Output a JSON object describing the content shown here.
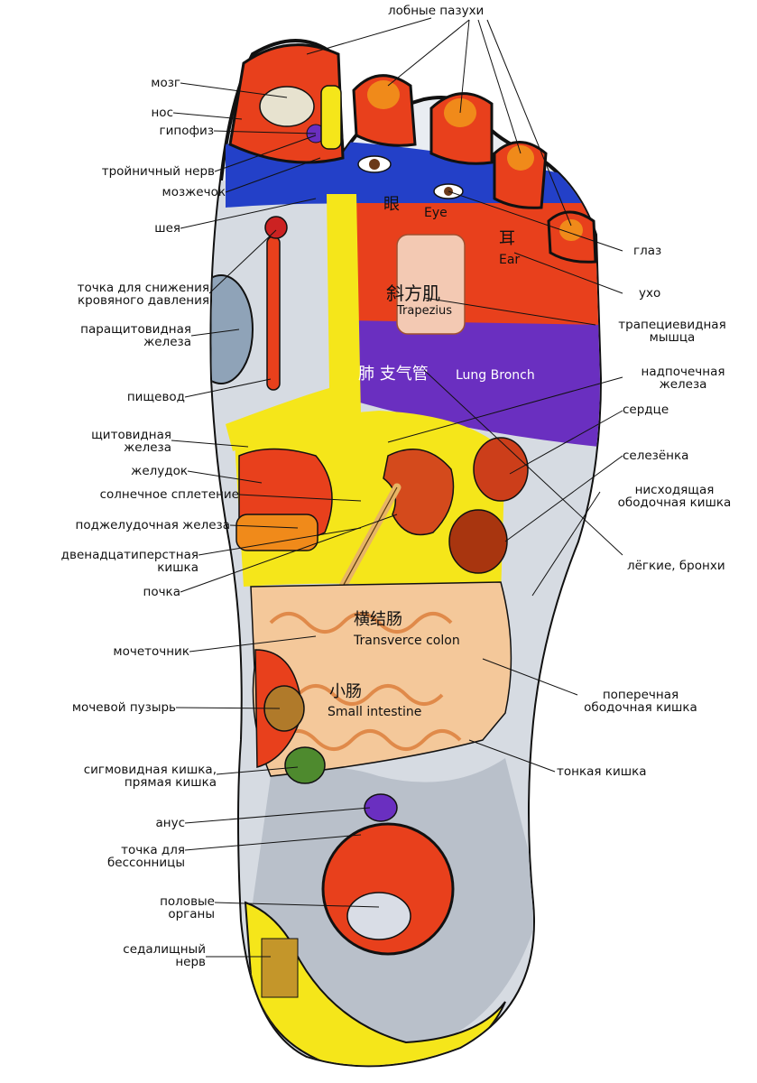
{
  "labels": {
    "frontal_sinuses": "лобные пазухи",
    "brain": "мозг",
    "nose": "нос",
    "pituitary": "гипофиз",
    "trigeminal": "тройничный нерв",
    "cerebellum": "мозжечок",
    "neck": "шея",
    "bp_point_1": "точка для снижения",
    "bp_point_2": "кровяного давления",
    "parathyroid_1": "паращитовидная",
    "parathyroid_2": "железа",
    "esophagus": "пищевод",
    "thyroid_1": "щитовидная",
    "thyroid_2": "железа",
    "stomach": "желудок",
    "solar_plexus": "солнечное сплетение",
    "pancreas": "поджелудочная железа",
    "duodenum_1": "двенадцатиперстная",
    "duodenum_2": "кишка",
    "kidney": "почка",
    "ureter": "мочеточник",
    "bladder": "мочевой пузырь",
    "sigmoid_1": "сигмовидная кишка,",
    "sigmoid_2": "прямая кишка",
    "anus": "анус",
    "insomnia_1": "точка для",
    "insomnia_2": "бессонницы",
    "genitals_1": "половые",
    "genitals_2": "органы",
    "sciatic_1": "седалищный",
    "sciatic_2": "нерв",
    "eye": "глаз",
    "ear": "ухо",
    "trapezius_1": "трапециевидная",
    "trapezius_2": "мышца",
    "adrenal_1": "надпочечная",
    "adrenal_2": "железа",
    "heart": "сердце",
    "spleen": "селезёнка",
    "desc_colon_1": "нисходящая",
    "desc_colon_2": "ободочная  кишка",
    "lungs": "лёгкие, бронхи",
    "transverse_1": "поперечная",
    "transverse_2": "ободочная кишка",
    "small_intestine": "тонкая кишка"
  },
  "inner_labels": {
    "eye_cn": "眼",
    "eye_en": "Eye",
    "ear_cn": "耳",
    "ear_en": "Ear",
    "trapezius_cn": "斜方肌",
    "trapezius_en": "Trapezius",
    "lung_cn": "肺 支气管",
    "lung_en": "Lung Bronch",
    "transverse_cn": "横结肠",
    "transverse_en": "Transverce colon",
    "small_cn": "小肠",
    "small_en": "Small intestine"
  },
  "colors": {
    "outline": "#111111",
    "orange_red": "#e8401c",
    "orange": "#f08a1a",
    "yellow": "#f5e61a",
    "blue": "#2340c8",
    "purple": "#6a2fc0",
    "grey_blue": "#8fa3b8",
    "peach": "#f4c89a",
    "green": "#4e8a2e",
    "silver": "#c9ced6"
  }
}
